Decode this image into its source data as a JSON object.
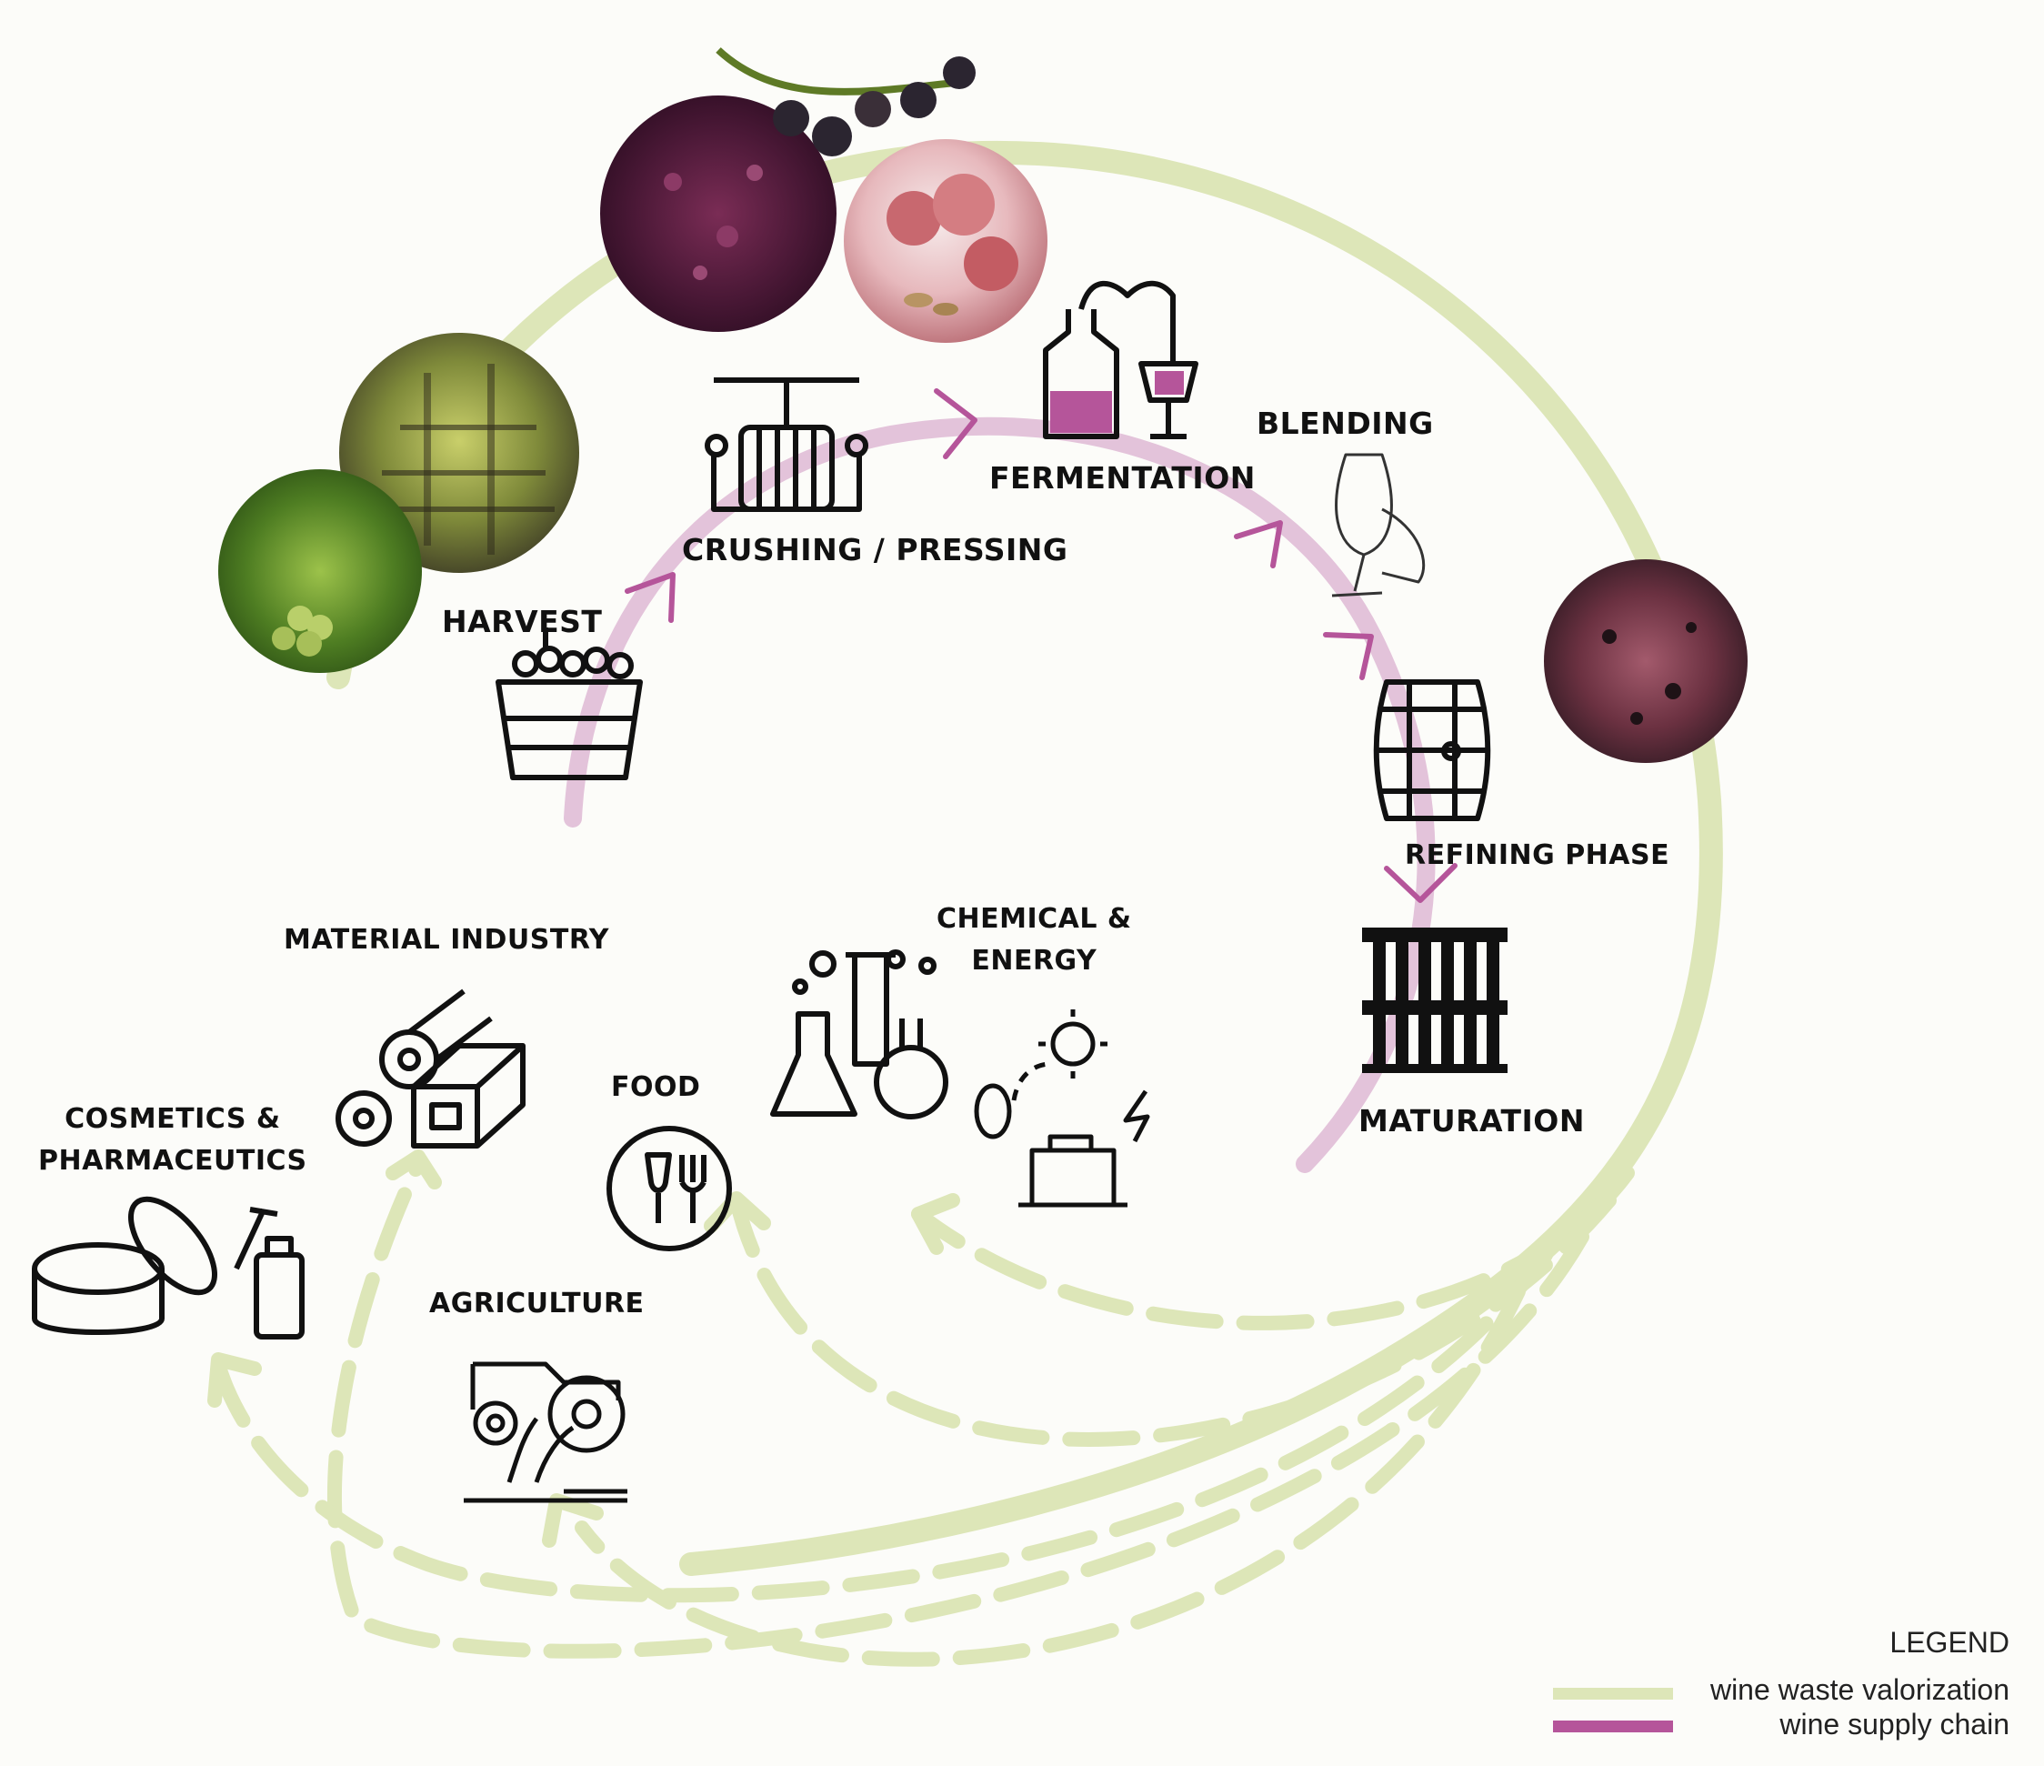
{
  "colors": {
    "valorization": "#dde6b8",
    "supply_chain": "#b5559a",
    "supply_chain_light": "#e3c3da",
    "ink": "#111111",
    "background": "#fcfcf9"
  },
  "supply_chain_stages": {
    "harvest": "HARVEST",
    "crushing": "CRUSHING / PRESSING",
    "fermentation": "FERMENTATION",
    "blending": "BLENDING",
    "refining": "REFINING PHASE",
    "maturation": "MATURATION"
  },
  "valorization_sectors": {
    "material": "MATERIAL INDUSTRY",
    "chemical_line1": "CHEMICAL &",
    "chemical_line2": "ENERGY",
    "food": "FOOD",
    "cosmetics_line1": "COSMETICS &",
    "cosmetics_line2": "PHARMACEUTICS",
    "agriculture": "AGRICULTURE"
  },
  "icons": {
    "harvest": "grape-basket-icon",
    "crushing": "wine-press-icon",
    "fermentation": "fermentation-apparatus-icon",
    "blending": "wine-glass-tasting-icon",
    "refining": "barrel-icon",
    "maturation": "bottle-rack-icon",
    "material": "material-rolls-icon",
    "chemical": "lab-flasks-icon",
    "energy": "renewable-energy-cycle-icon",
    "food": "food-fork-glass-icon",
    "cosmetics": "cream-jar-dropper-icon",
    "agriculture": "tractor-wheat-icon"
  },
  "legend": {
    "title": "LEGEND",
    "valorization_label": "wine waste valorization",
    "supply_label": "wine supply chain"
  }
}
